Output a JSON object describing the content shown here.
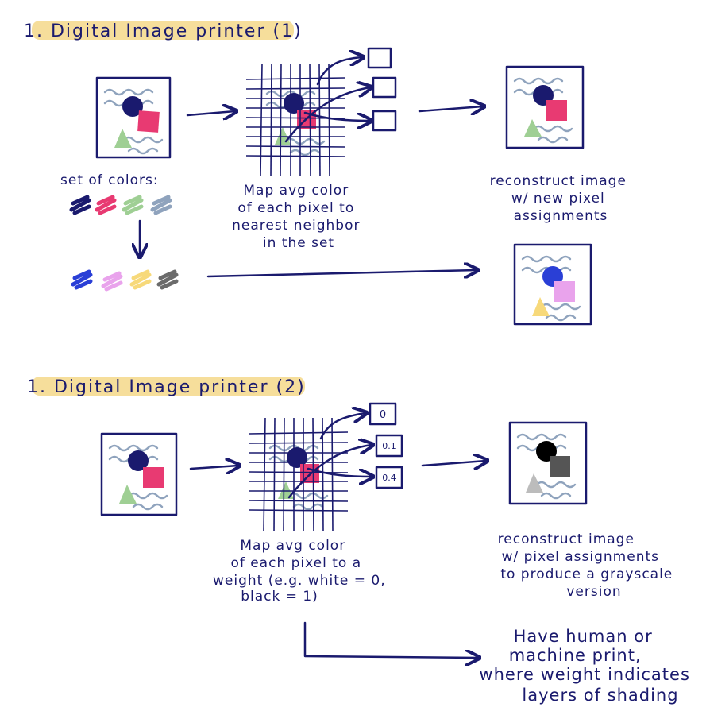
{
  "section1": {
    "title": "1.  Digital Image printer (1)",
    "set_label": "set of colors:",
    "map_text": [
      "Map avg color",
      "of each pixel to",
      "nearest neighbor",
      "in the set"
    ],
    "reconstruct_text": [
      "reconstruct image",
      "w/ new pixel",
      "assignments"
    ],
    "colors_original": [
      "#1a1a6e",
      "#e83a72",
      "#9fcf94",
      "#8fa3bd"
    ],
    "colors_new": [
      "#2a3fd6",
      "#e9a3ec",
      "#f7d97a",
      "#6b6b6b"
    ]
  },
  "section2": {
    "title": "1.  Digital Image printer (2)",
    "weights": [
      "0",
      "0.1",
      "0.4"
    ],
    "map_text": [
      "Map avg color",
      "of each pixel to a",
      "weight (e.g. white = 0,",
      "black = 1)"
    ],
    "reconstruct_text": [
      "reconstruct image",
      "w/ pixel assignments",
      "to produce a grayscale",
      "version"
    ],
    "final_text": [
      "Have human or",
      "machine print,",
      "where weight indicates",
      "layers of shading"
    ]
  },
  "colors": {
    "ink": "#1a1a6e",
    "highlight": "#f6de9b",
    "navy": "#1a1a6e",
    "pink": "#e83a72",
    "green": "#9fcf94",
    "slate": "#8fa3bd"
  }
}
